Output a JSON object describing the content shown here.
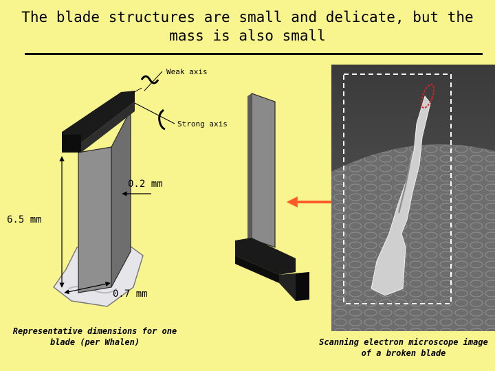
{
  "slide": {
    "title": "The blade structures are small and delicate, but the mass is also small"
  },
  "diagram": {
    "weak_axis_label": "Weak axis",
    "strong_axis_label": "Strong axis",
    "thickness_label": "0.2 mm",
    "height_label": "6.5 mm",
    "width_label": "0.7 mm",
    "left_caption": "Representative dimensions for one blade (per Whalen)",
    "right_caption": "Scanning electron microscope image of a broken blade"
  },
  "colors": {
    "background": "#f8f58f",
    "blade_face": "#8f8f8f",
    "blade_dark": "#1a1a1a",
    "arrow": "#ff5a2a",
    "highlight": "#e02020"
  }
}
